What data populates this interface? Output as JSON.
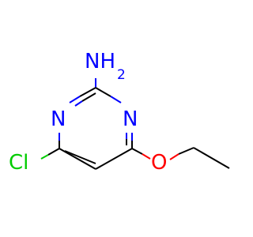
{
  "molecule": {
    "atoms": {
      "amine": {
        "symbol": "NH",
        "subscript": "2"
      },
      "ring_n_left": {
        "symbol": "N"
      },
      "ring_n_right": {
        "symbol": "N"
      },
      "chlorine": {
        "symbol": "Cl"
      },
      "oxygen": {
        "symbol": "O"
      }
    }
  },
  "colors": {
    "carbon_bond": "#000000",
    "nitrogen": "#0000ff",
    "oxygen": "#ff0000",
    "chlorine": "#00cc00",
    "background": "#ffffff"
  }
}
